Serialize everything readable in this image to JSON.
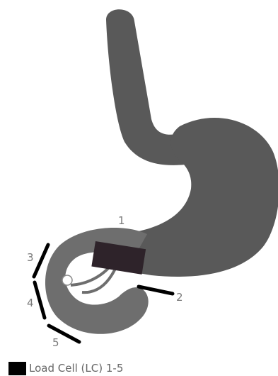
{
  "colors": {
    "organ": "#595959",
    "loop": "#6e6e6e",
    "inner_loop": "#ffffff",
    "load_cell_body": "#2e232a",
    "load_cell_strip": "#000000",
    "label": "#7a7a7a"
  },
  "load_cells": {
    "labels": [
      "1",
      "2",
      "3",
      "4",
      "5"
    ]
  },
  "legend": {
    "swatch_color": "#000000",
    "text": "Load Cell (LC) 1-5"
  }
}
